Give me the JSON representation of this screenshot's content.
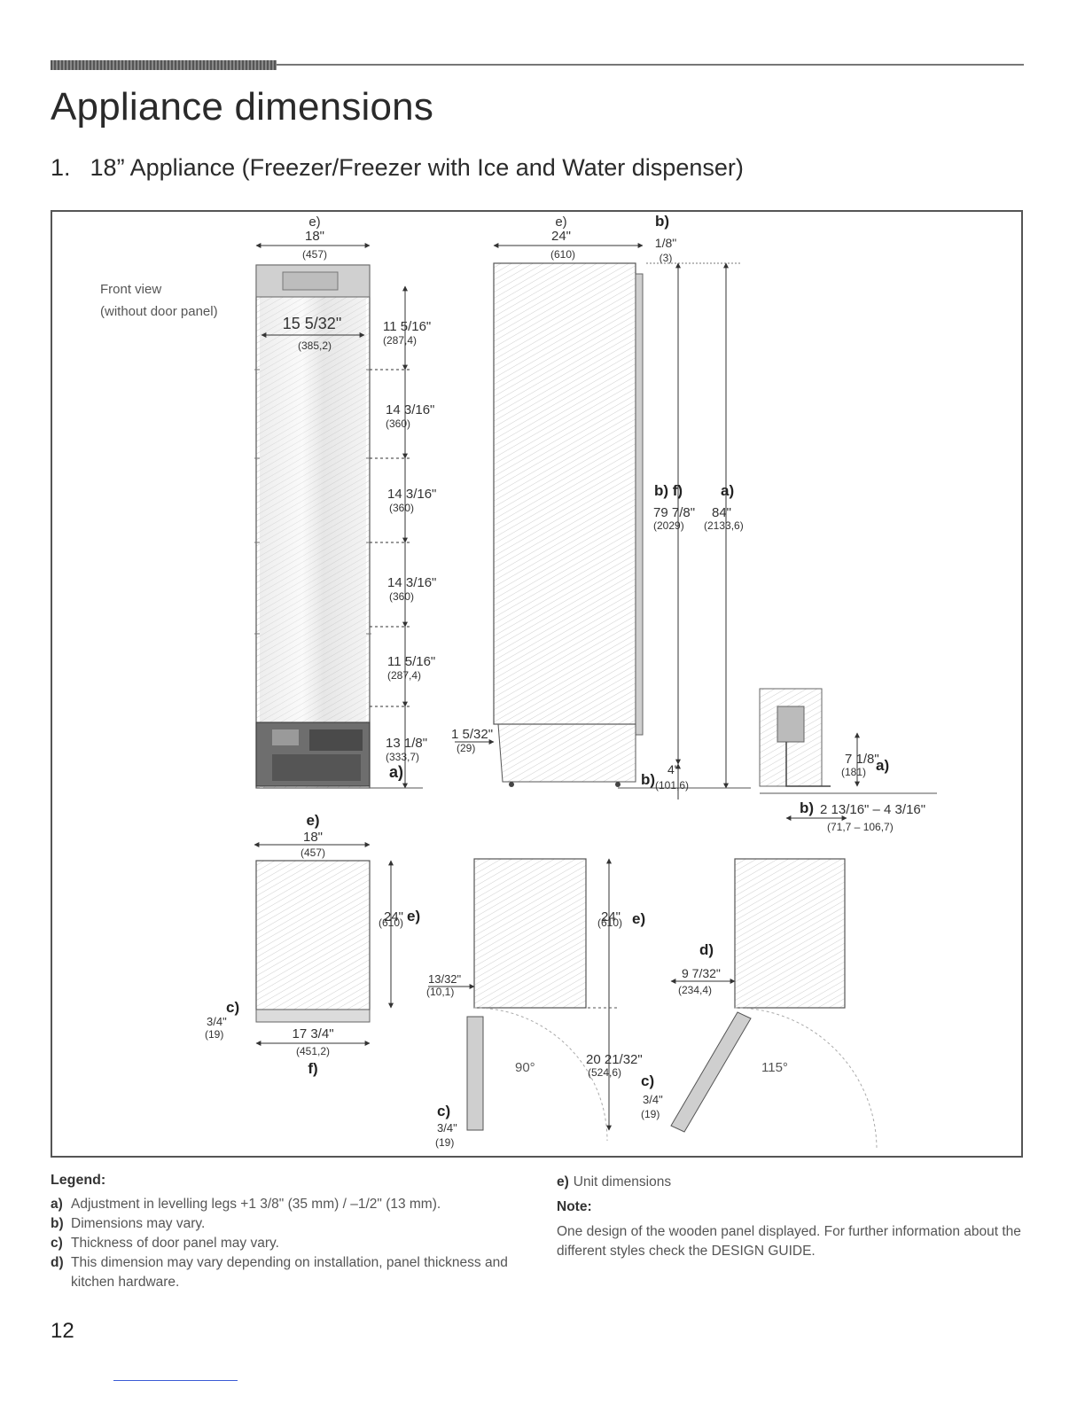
{
  "page": {
    "title": "Appliance dimensions",
    "section_number": "1.",
    "section_title": "18” Appliance (Freezer/Freezer with Ice and Water dispenser)",
    "page_number": "12"
  },
  "diagram": {
    "front_view_label_1": "Front view",
    "front_view_label_2": "(without door panel)",
    "front": {
      "width_tag": "e)",
      "width_in": "18\"",
      "width_mm": "(457)",
      "inner_width_in": "15 5/32\"",
      "inner_width_mm": "(385,2)",
      "seg1_in": "11 5/16\"",
      "seg1_mm": "(287,4)",
      "seg2_in": "14 3/16\"",
      "seg2_mm": "(360)",
      "seg3_in": "14 3/16\"",
      "seg3_mm": "(360)",
      "seg4_in": "14 3/16\"",
      "seg4_mm": "(360)",
      "seg5_in": "11 5/16\"",
      "seg5_mm": "(287,4)",
      "seg6_in": "13 1/8\"",
      "seg6_mm": "(333,7)",
      "seg6_tag": "a)"
    },
    "side": {
      "depth_tag": "e)",
      "depth_in": "24\"",
      "depth_mm": "(610)",
      "gap_tag": "b)",
      "gap_in": "1/8\"",
      "gap_mm": "(3)",
      "kick_in": "1 5/32\"",
      "kick_mm": "(29)",
      "height_bf_tag": "b) f)",
      "height_bf_in": "79 7/8\"",
      "height_bf_mm": "(2029)",
      "height_a_tag": "a)",
      "height_a_in": "84\"",
      "height_a_mm": "(2133,6)",
      "toe_tag": "b)",
      "toe_in": "4\"",
      "toe_mm": "(101,6)"
    },
    "detail": {
      "h_in": "7 1/8\"",
      "h_mm": "(181)",
      "h_tag": "a)",
      "range_tag": "b)",
      "range_in": "2 13/16\" – 4 3/16\"",
      "range_mm": "(71,7 – 106,7)"
    },
    "top1": {
      "width_tag": "e)",
      "width_in": "18\"",
      "width_mm": "(457)",
      "depth_in": "24\"",
      "depth_mm": "(610)",
      "depth_tag": "e)",
      "panel_tag": "c)",
      "panel_in": "3/4\"",
      "panel_mm": "(19)",
      "bottom_in": "17 3/4\"",
      "bottom_mm": "(451,2)",
      "bottom_tag": "f)"
    },
    "top2": {
      "depth_in": "24\"",
      "depth_mm": "(610)",
      "depth_tag": "e)",
      "offset_in": "13/32\"",
      "offset_mm": "(10,1)",
      "angle": "90°",
      "swing_in": "20 21/32\"",
      "swing_mm": "(524,6)",
      "panel_tag": "c)",
      "panel_in": "3/4\"",
      "panel_mm": "(19)"
    },
    "top3": {
      "tag": "d)",
      "offset_in": "9 7/32\"",
      "offset_mm": "(234,4)",
      "angle": "115°",
      "panel_tag": "c)",
      "panel_in": "3/4\"",
      "panel_mm": "(19)"
    }
  },
  "legend": {
    "title": "Legend:",
    "items": [
      {
        "tag": "a)",
        "text": "Adjustment in levelling legs +1 3/8\" (35 mm) / –1/2\" (13 mm)."
      },
      {
        "tag": "b)",
        "text": "Dimensions may vary."
      },
      {
        "tag": "c)",
        "text": "Thickness of door panel may vary."
      },
      {
        "tag": "d)",
        "text": "This dimension may vary depending on installation, panel thickness and kitchen hardware."
      }
    ],
    "e_tag": "e)",
    "e_text": "Unit dimensions",
    "note_title": "Note:",
    "note_text": "One design of the wooden panel displayed. For further information about the different styles check the DESIGN GUIDE."
  }
}
